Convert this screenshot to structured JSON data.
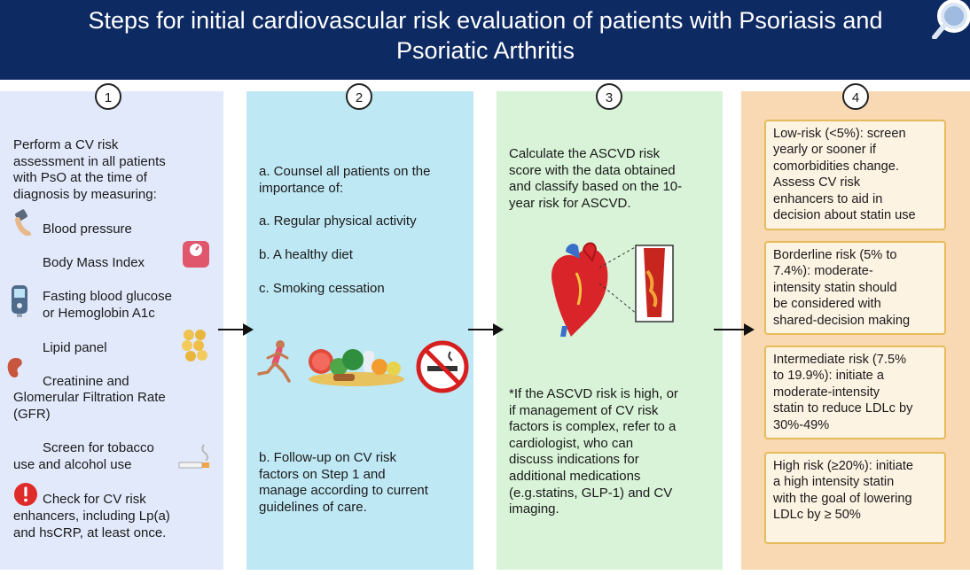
{
  "header": {
    "title_line1": "Steps for initial cardiovascular risk evaluation of patients with Psoriasis and",
    "title_line2": "Psoriatic Arthritis"
  },
  "colors": {
    "header_bg": "#0e2a63",
    "step1_bg": "#e2e9fb",
    "step2_bg": "#bfe8f5",
    "step3_bg": "#d8f3d8",
    "step4_bg": "#f9d9b3",
    "risk_box_border": "#e7ba5b"
  },
  "steps": [
    {
      "number": "1",
      "intro": [
        "Perform a CV risk",
        "assessment in all patients",
        "with PsO at the time of",
        "diagnosis by measuring:"
      ],
      "items": {
        "bp": "Blood pressure",
        "bmi": "Body Mass Index",
        "glucose_1": "Fasting blood glucose",
        "glucose_2": "or Hemoglobin A1c",
        "lipid": "Lipid panel",
        "creat_1": "Creatinine and",
        "creat_2": "Glomerular Filtration Rate",
        "creat_3": "(GFR)",
        "tobacco_1": "Screen for tobacco",
        "tobacco_2": "use and alcohol use",
        "enh_1": "Check for CV risk",
        "enh_2": "enhancers, including Lp(a)",
        "enh_3": "and hsCRP, at least once."
      }
    },
    {
      "number": "2",
      "counsel": [
        "a. Counsel all patients on the",
        "importance of:"
      ],
      "items": [
        "a. Regular physical activity",
        "b. A healthy diet",
        "c. Smoking cessation"
      ],
      "followup": [
        "b. Follow-up on CV risk",
        "factors on Step 1 and",
        "manage according to current",
        "guidelines of care."
      ]
    },
    {
      "number": "3",
      "calc": [
        "Calculate the ASCVD risk",
        "score with the data obtained",
        "and classify based on the 10-",
        "year risk for ASCVD."
      ],
      "note": [
        "*If the ASCVD risk is high, or",
        "if management of CV risk",
        "factors is complex, refer to a",
        "cardiologist, who can",
        "discuss indications for",
        "additional medications",
        "(e.g.statins, GLP-1) and CV",
        "imaging."
      ]
    },
    {
      "number": "4",
      "risks": [
        [
          "Low-risk (<5%): screen",
          "yearly or sooner if",
          "comorbidities change.",
          "Assess CV risk",
          "enhancers  to aid in",
          "decision about statin use"
        ],
        [
          "Borderline risk (5% to",
          "7.4%): moderate-",
          "intensity statin should",
          "be considered with",
          "shared-decision making"
        ],
        [
          "Intermediate risk (7.5%",
          "to 19.9%): initiate a",
          "moderate-intensity",
          "statin to reduce LDLc by",
          "30%-49%"
        ],
        [
          "High risk (≥20%): initiate",
          "a high intensity statin",
          "with the goal of lowering",
          "LDLc by ≥ 50%"
        ]
      ]
    }
  ],
  "icons": [
    "magnifier-icon",
    "blood-pressure-cuff-icon",
    "scale-icon",
    "glucometer-icon",
    "lipid-cells-icon",
    "kidney-icon",
    "cigarette-icon",
    "alert-icon",
    "runner-icon",
    "healthy-food-icon",
    "no-smoking-icon",
    "heart-icon",
    "artery-plaque-icon"
  ]
}
